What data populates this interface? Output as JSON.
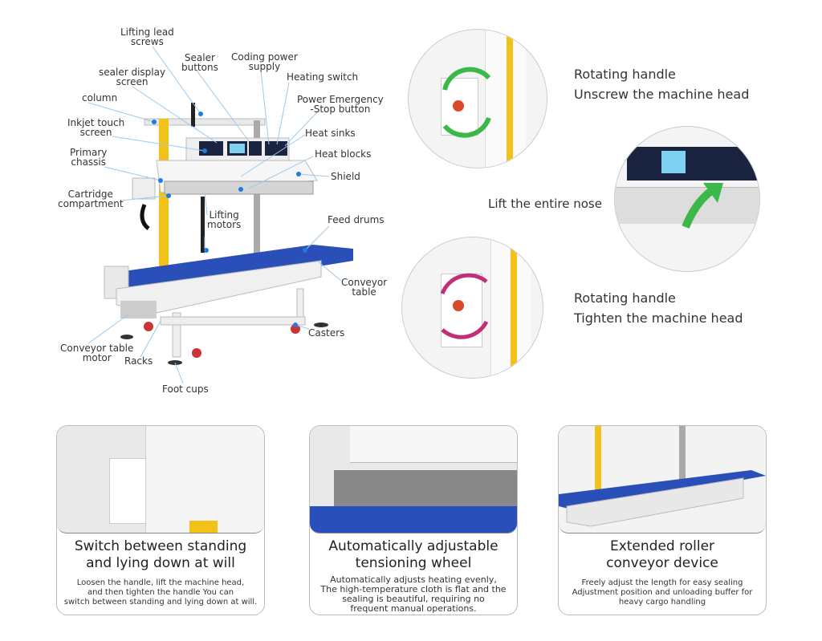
{
  "labels": {
    "lifting_lead_screws": [
      "Lifting lead",
      "screws"
    ],
    "sealer_display_screen": [
      "sealer display",
      "screen"
    ],
    "sealer_buttons": [
      "Sealer",
      "buttons"
    ],
    "coding_power_supply": [
      "Coding power",
      "supply"
    ],
    "heating_switch": "Heating switch",
    "power_emergency_stop": [
      "Power Emergency",
      "-Stop button"
    ],
    "column": "column",
    "inkjet_touch_screen": [
      "Inkjet touch",
      "screen"
    ],
    "heat_sinks": "Heat sinks",
    "heat_blocks": "Heat blocks",
    "primary_chassis": [
      "Primary",
      "chassis"
    ],
    "shield": "Shield",
    "cartridge_compartment": [
      "Cartridge",
      "compartment"
    ],
    "lifting_motors": [
      "Lifting",
      "motors"
    ],
    "feed_drums": "Feed drums",
    "conveyor_table": [
      "Conveyor",
      "table"
    ],
    "casters": "Casters",
    "conveyor_table_motor": [
      "Conveyor table",
      "motor"
    ],
    "racks": "Racks",
    "foot_cups": "Foot cups"
  },
  "steps": {
    "step1": [
      "Rotating handle",
      "Unscrew the machine head"
    ],
    "step2": "Lift the entire nose",
    "step3": [
      "Rotating handle",
      "Tighten the machine head"
    ]
  },
  "cards": [
    {
      "title": [
        "Switch between standing",
        "and lying down at will"
      ],
      "text": [
        "Loosen the handle, lift the machine head,",
        "and then tighten the handle You can",
        "switch between standing and lying down at will."
      ]
    },
    {
      "title": [
        "Automatically adjustable",
        "tensioning wheel"
      ],
      "text": [
        "Automatically adjusts heating evenly,",
        "The high-temperature cloth is flat and the",
        "sealing is beautiful, requiring no",
        "frequent manual operations."
      ]
    },
    {
      "title": [
        "Extended roller",
        "conveyor device"
      ],
      "text": [
        "Freely adjust the length for easy sealing",
        "Adjustment position and unloading buffer for",
        "heavy cargo handling"
      ]
    }
  ],
  "colors": {
    "belt": "#2a4fb8",
    "ruler": "#f2c21b",
    "callout_dot": "#1e7be0",
    "green_arrow": "#3cb84a",
    "magenta_arrow": "#c0307a"
  }
}
